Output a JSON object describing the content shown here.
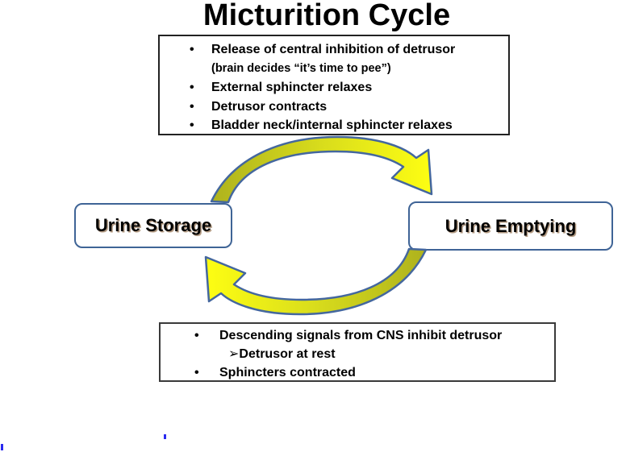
{
  "page": {
    "title": "Micturition Cycle"
  },
  "cycle": {
    "top_steps_box": {
      "items": [
        {
          "bullet": "•",
          "text": "Release of central inhibition of detrusor"
        },
        {
          "bullet": "",
          "text": "(brain decides “it’s time to pee”)"
        },
        {
          "bullet": "•",
          "text": "External sphincter relaxes"
        },
        {
          "bullet": "•",
          "text": "Detrusor contracts"
        },
        {
          "bullet": "•",
          "text": "Bladder neck/internal sphincter relaxes"
        }
      ]
    },
    "storage_node": {
      "label": "Urine Storage"
    },
    "emptying_node": {
      "label": "Urine Emptying"
    },
    "bottom_steps_box": {
      "items": [
        {
          "bullet": "•",
          "text": "Descending signals from CNS inhibit detrusor"
        },
        {
          "bullet": "➢",
          "text": "Detrusor at rest"
        },
        {
          "bullet": "•",
          "text": "Sphincters contracted"
        }
      ]
    },
    "arrows": {
      "top": {
        "from": "Urine Storage",
        "to": "Urine Emptying"
      },
      "bottom": {
        "from": "Urine Emptying",
        "to": "Urine Storage"
      }
    }
  },
  "colors": {
    "node_border_blue": "#3f6496",
    "arrow_outline_blue": "#44679e",
    "arrow_yellow": "#ffff12",
    "arrow_olive": "#aeb21d",
    "box_border_dark": "#222222",
    "stray_mark_blue": "#2a2af0"
  }
}
